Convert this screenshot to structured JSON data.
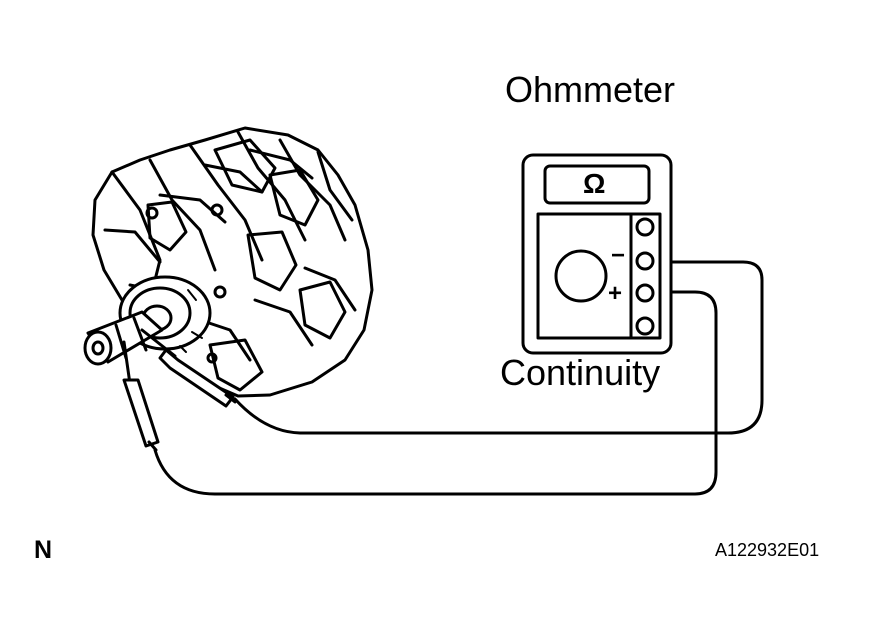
{
  "labels": {
    "meter_title": "Ohmmeter",
    "mode": "Continuity",
    "corner": "N",
    "figure_id": "A122932E01",
    "symbol": "Ω",
    "negative": "−",
    "positive": "+"
  }
}
